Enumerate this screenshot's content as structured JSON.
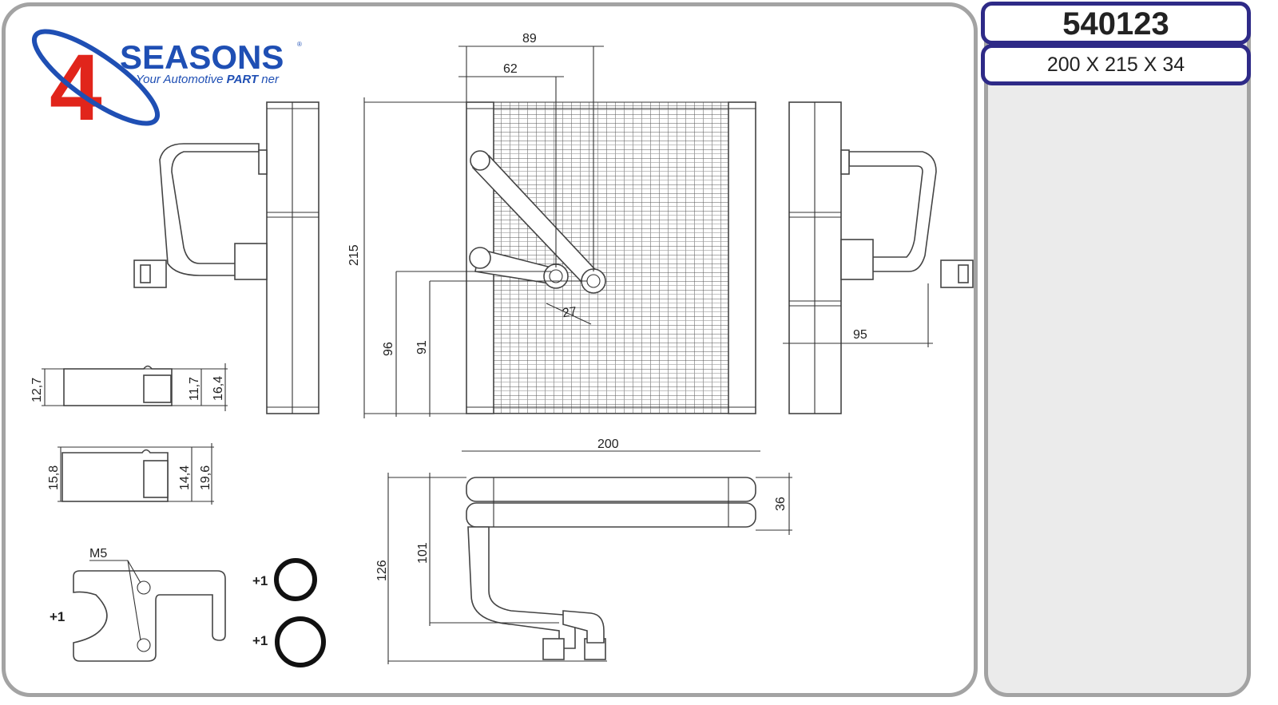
{
  "logo": {
    "number": "4",
    "brand": "SEASONS",
    "registered": "®",
    "tagline_prefix": "Your Automotive ",
    "tagline_bold": "PART",
    "tagline_suffix": " ner",
    "colors": {
      "red": "#e1251b",
      "blue": "#1f4fb4"
    }
  },
  "header": {
    "part_number": "540123",
    "dimensions": "200 X 215 X 34",
    "border_color": "#2e2a87"
  },
  "drawing": {
    "front_view": {
      "width_89": "89",
      "width_62": "62",
      "height_215": "215",
      "height_96": "96",
      "height_91": "91",
      "pipe_spacing": "27"
    },
    "side_view_right": {
      "depth_95": "95"
    },
    "top_view": {
      "width_200": "200",
      "depth_36": "36",
      "height_126": "126",
      "height_101": "101"
    },
    "fitting_small": {
      "d1": "12,7",
      "d2": "11,7",
      "d3": "16,4"
    },
    "fitting_large": {
      "d1": "15,8",
      "d2": "14,4",
      "d3": "19,6"
    },
    "bracket": {
      "thread": "M5",
      "qty": "+1"
    },
    "o_rings": [
      {
        "qty": "+1"
      },
      {
        "qty": "+1"
      }
    ]
  }
}
